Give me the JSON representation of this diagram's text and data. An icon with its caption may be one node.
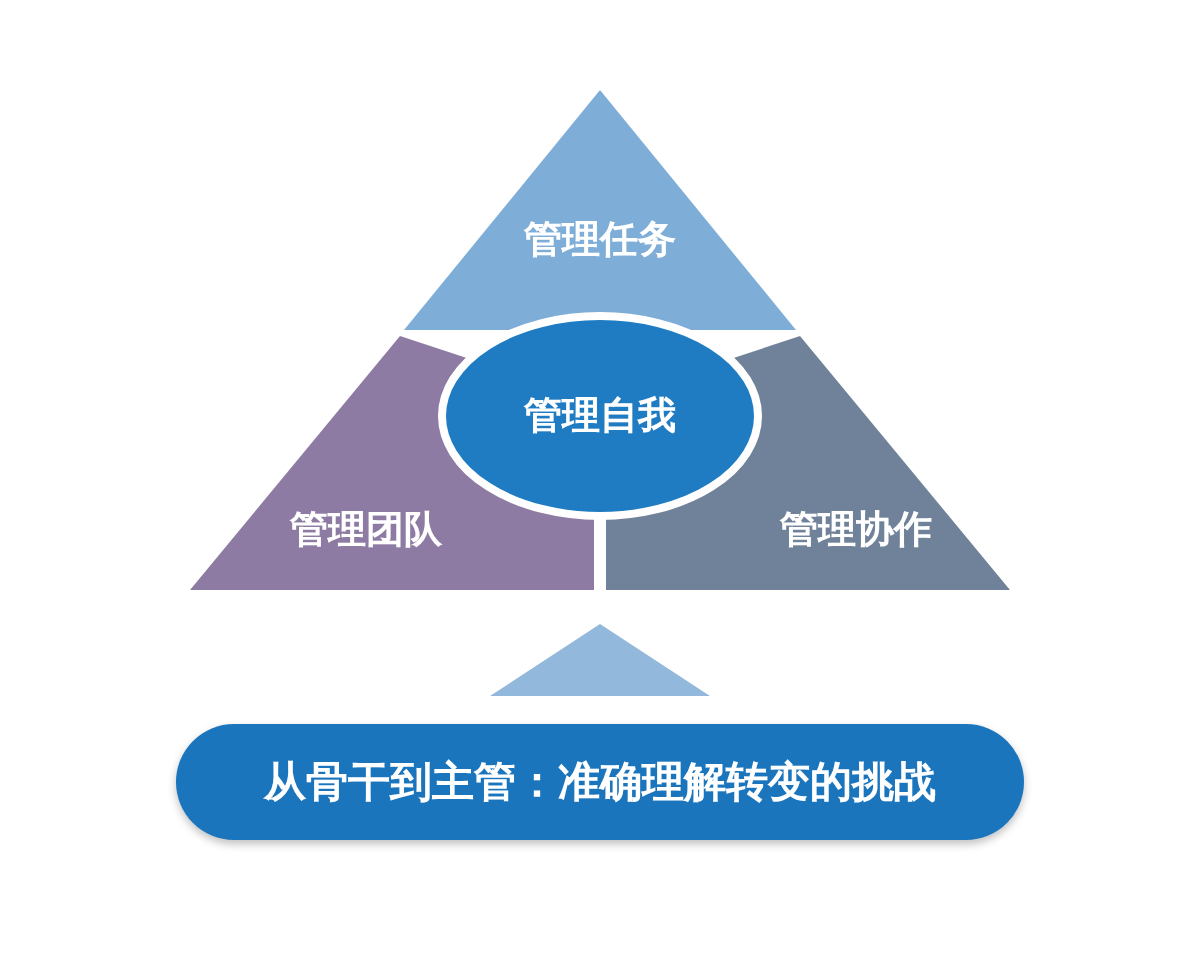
{
  "diagram": {
    "nodes": [
      {
        "text": [
          "管理任务"
        ]
      },
      {
        "text": [
          "管理自我"
        ]
      },
      {
        "text": [
          "管理团队"
        ]
      },
      {
        "text": [
          "管理协作"
        ]
      },
      {
        "text": [],
        "shape": "triangle"
      },
      {
        "text": [
          "从骨干到主管：准确理解转变的挑战"
        ]
      }
    ]
  }
}
